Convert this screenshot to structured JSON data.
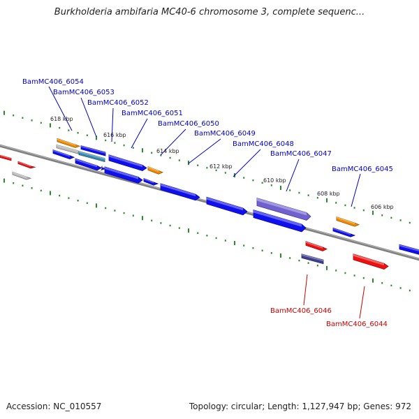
{
  "title": "Burkholderia ambifaria MC40-6 chromosome 3, complete sequenc...",
  "footer": {
    "accession": "Accession: NC_010557",
    "topology": "Topology: circular; Length: 1,127,947 bp; Genes: 972"
  },
  "colors": {
    "forward_label": "#0000cc",
    "reverse_label": "#cc0000",
    "backbone": "#888888",
    "tick": "#2a8a2a",
    "gene_blue": "#1010ee",
    "gene_red": "#ee1111",
    "gene_orange": "#f08a00",
    "gene_gray": "#bbbbbb",
    "gene_violet": "#7060d0",
    "gene_navy": "#404090",
    "gene_teal": "#3a8ab0"
  },
  "scale_labels": [
    "618 kbp",
    "616 kbp",
    "614 kbp",
    "612 kbp",
    "610 kbp",
    "608 kbp",
    "606 kbp"
  ],
  "forward_labels": [
    "BamMC406_6054",
    "BamMC406_6053",
    "BamMC406_6052",
    "BamMC406_6051",
    "BamMC406_6050",
    "BamMC406_6049",
    "BamMC406_6048",
    "BamMC406_6047",
    "BamMC406_6045"
  ],
  "reverse_labels": [
    "BamMC406_6046",
    "BamMC406_6044"
  ]
}
